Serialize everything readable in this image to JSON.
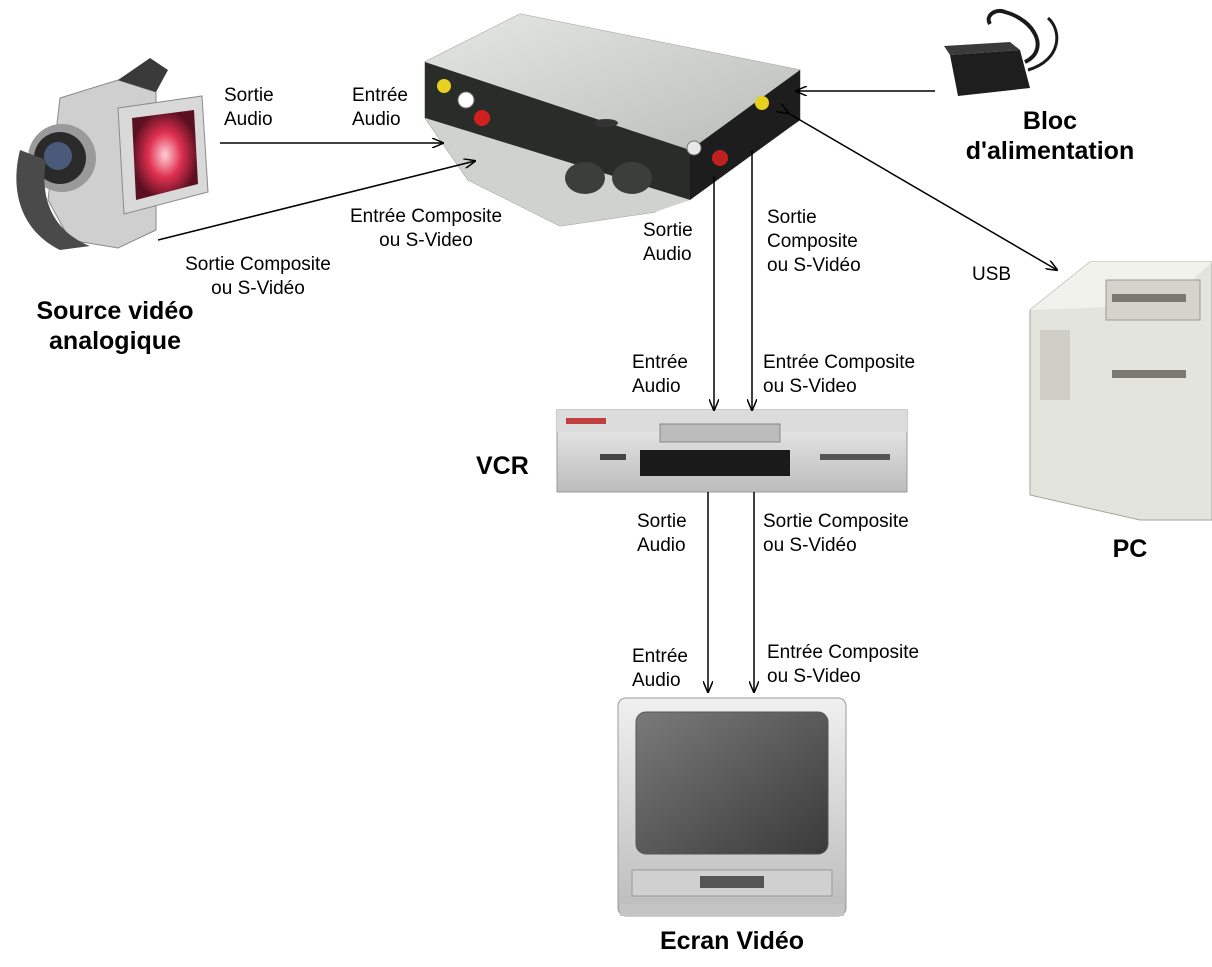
{
  "devices": {
    "camcorder": {
      "label_line1": "Source vidéo",
      "label_line2": "analogique"
    },
    "power_supply": {
      "label_line1": "Bloc",
      "label_line2": "d'alimentation"
    },
    "vcr": {
      "label": "VCR"
    },
    "pc": {
      "label": "PC"
    },
    "tv": {
      "label": "Ecran Vidéo"
    }
  },
  "connections": {
    "cam_audio_out": [
      "Sortie",
      "Audio"
    ],
    "box_audio_in": [
      "Entrée",
      "Audio"
    ],
    "box_composite_in": [
      "Entrée Composite",
      "ou S-Video"
    ],
    "cam_composite_out": [
      "Sortie Composite",
      "ou S-Vidéo"
    ],
    "box_audio_out": [
      "Sortie",
      "Audio"
    ],
    "box_composite_out": [
      "Sortie",
      "Composite",
      "ou S-Vidéo"
    ],
    "usb": "USB",
    "vcr_audio_in": [
      "Entrée",
      "Audio"
    ],
    "vcr_composite_in": [
      "Entrée Composite",
      "ou S-Video"
    ],
    "vcr_audio_out": [
      "Sortie",
      "Audio"
    ],
    "vcr_composite_out": [
      "Sortie Composite",
      "ou S-Vidéo"
    ],
    "tv_audio_in": [
      "Entrée",
      "Audio"
    ],
    "tv_composite_in": [
      "Entrée Composite",
      "ou S-Video"
    ]
  }
}
